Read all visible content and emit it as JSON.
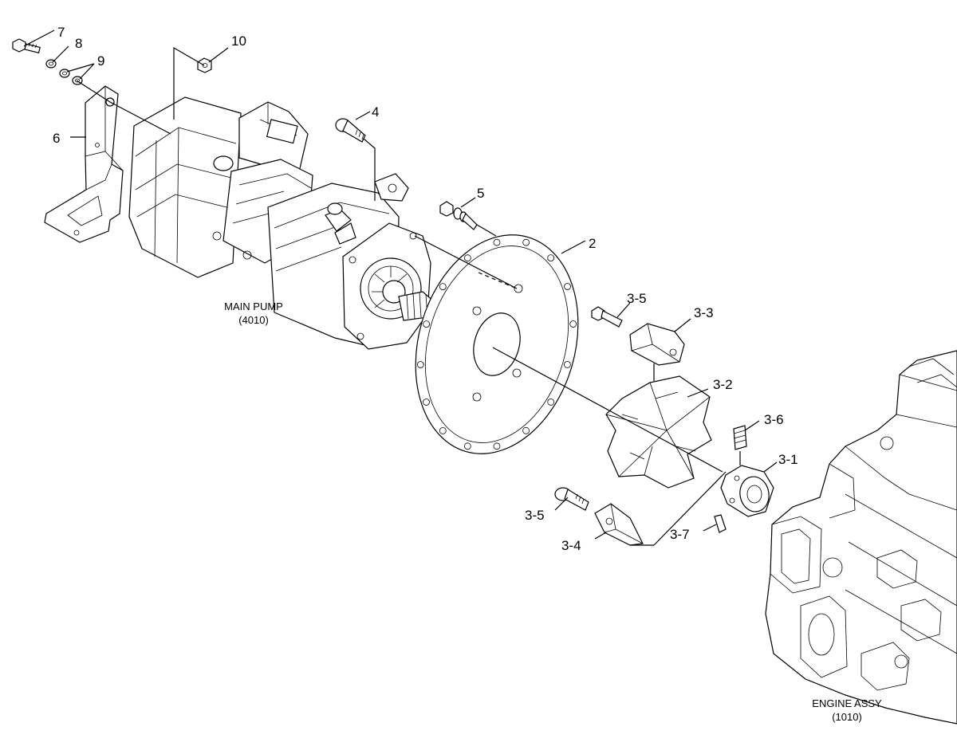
{
  "callouts": {
    "c7": "7",
    "c8": "8",
    "c9": "9",
    "c10": "10",
    "c6": "6",
    "c4": "4",
    "c5": "5",
    "c2": "2",
    "c3_5_top": "3-5",
    "c3_3": "3-3",
    "c3_2": "3-2",
    "c3_6": "3-6",
    "c3_1": "3-1",
    "c3_5_bottom": "3-5",
    "c3_4": "3-4",
    "c3_7": "3-7"
  },
  "assemblies": {
    "main_pump": {
      "name": "MAIN PUMP",
      "code": "(4010)"
    },
    "engine": {
      "name": "ENGINE ASSY",
      "code": "(1010)"
    }
  }
}
